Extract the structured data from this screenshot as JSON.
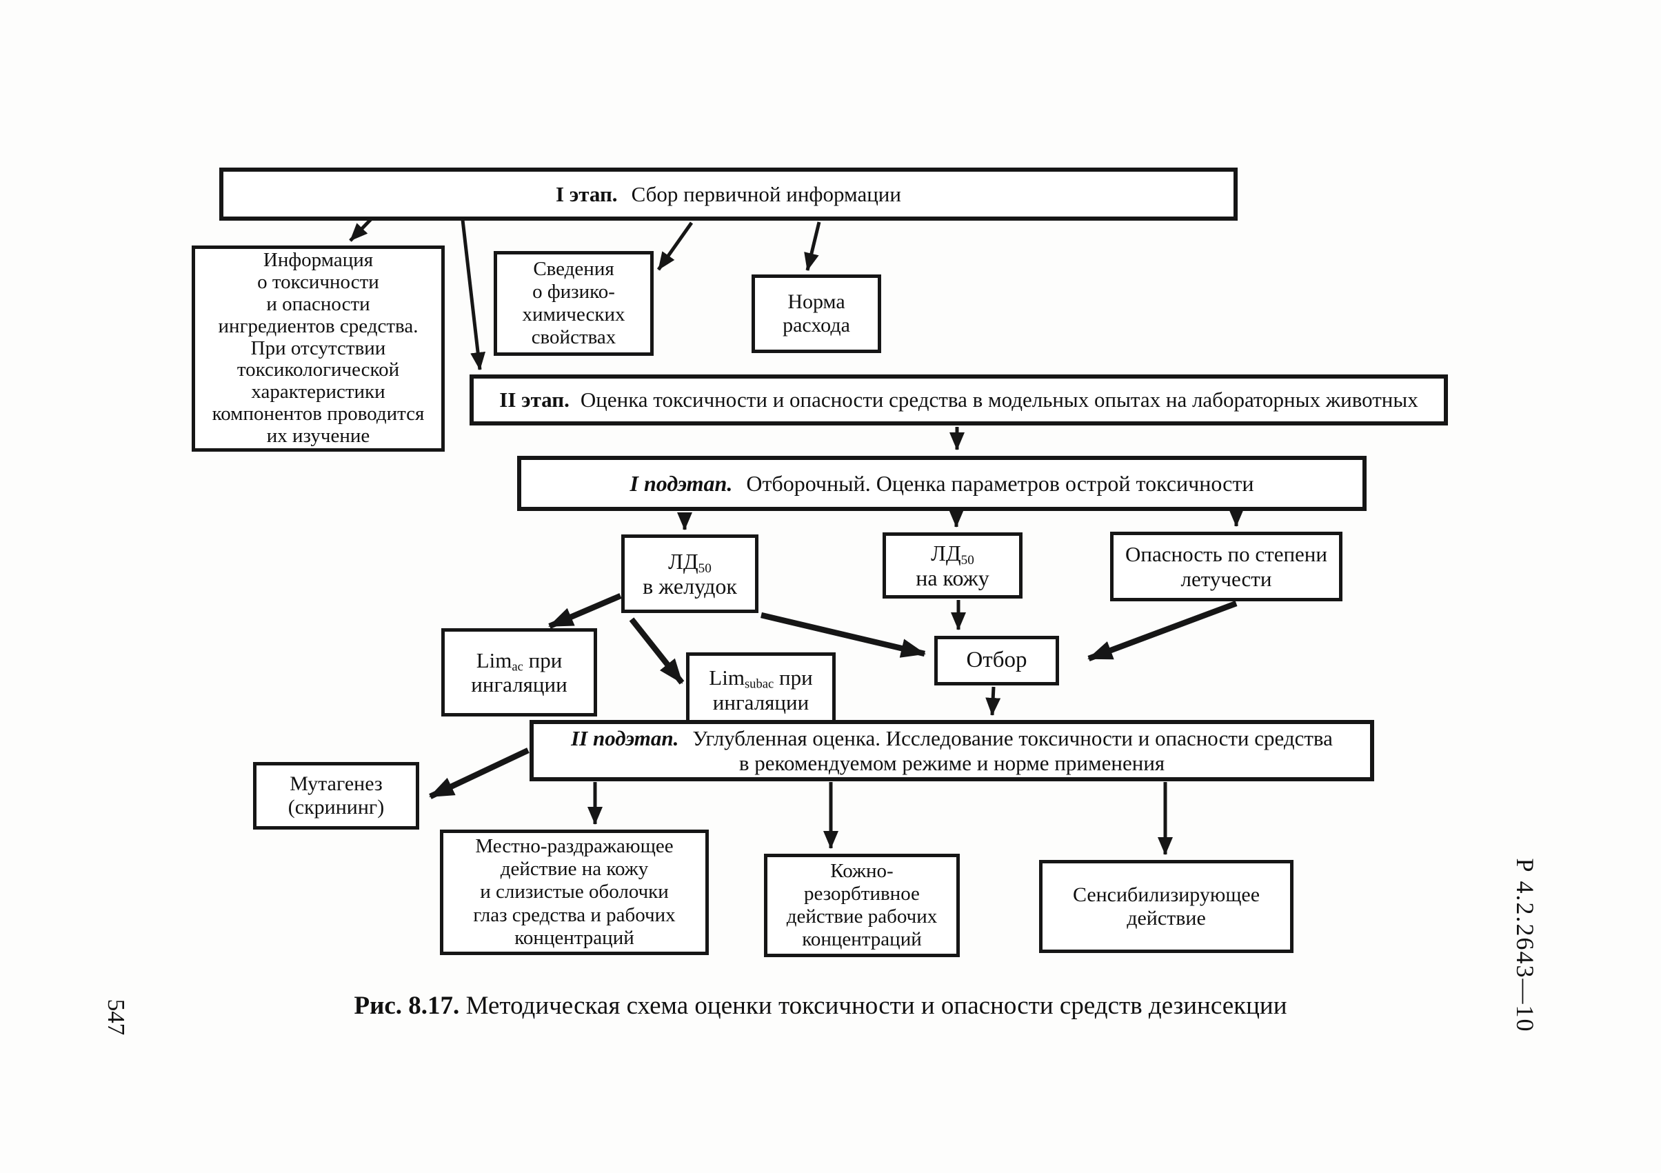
{
  "page": {
    "page_number": "547",
    "doc_code": "Р 4.2.2643—10",
    "caption": {
      "bold": "Рис. 8.17.",
      "text": " Методическая схема оценки токсичности и опасности средств дезинсекции"
    }
  },
  "flowchart": {
    "stage1": {
      "label": "I этап.",
      "text": "Сбор первичной информации"
    },
    "info_box": {
      "lines": [
        "Информация",
        "о токсичности",
        "и опасности",
        "ингредиентов средства.",
        "При отсутствии",
        "токсикологической",
        "характеристики",
        "компонентов проводится",
        "их изучение"
      ]
    },
    "physchem_box": {
      "lines": [
        "Сведения",
        "о физико-",
        "химических",
        "свойствах"
      ]
    },
    "norm_box": {
      "lines": [
        "Норма",
        "расхода"
      ]
    },
    "stage2": {
      "label": "II этап.",
      "text": "Оценка токсичности и опасности средства в модельных опытах на лабораторных животных"
    },
    "substage1": {
      "label": "I подэтап.",
      "text": "Отборочный. Оценка параметров острой токсичности"
    },
    "ld50_stomach": {
      "main": "ЛД",
      "sub": "50",
      "line2": "в желудок"
    },
    "ld50_skin": {
      "main": "ЛД",
      "sub": "50",
      "line2": "на кожу"
    },
    "volatility_box": {
      "lines": [
        "Опасность по степени",
        "летучести"
      ]
    },
    "lim_ac": {
      "main": "Lim",
      "sub": "ac",
      "after": " при",
      "line2": "ингаляции"
    },
    "lim_subac": {
      "main": "Lim",
      "sub": "subac",
      "after": " при",
      "line2": "ингаляции"
    },
    "selection_box": {
      "label": "Отбор"
    },
    "substage2": {
      "label": "II подэтап.",
      "line1": "Углубленная оценка. Исследование токсичности и опасности средства",
      "line2": "в рекомендуемом режиме и норме применения"
    },
    "mutagenesis_box": {
      "lines": [
        "Мутагенез",
        "(скрининг)"
      ]
    },
    "local_irritant_box": {
      "lines": [
        "Местно-раздражающее",
        "действие на кожу",
        "и слизистые оболочки",
        "глаз средства и рабочих",
        "концентраций"
      ]
    },
    "skin_resorptive_box": {
      "lines": [
        "Кожно-",
        "резорбтивное",
        "действие рабочих",
        "концентраций"
      ]
    },
    "sensitizing_box": {
      "lines": [
        "Сенсибилизирующее",
        "действие"
      ]
    }
  }
}
